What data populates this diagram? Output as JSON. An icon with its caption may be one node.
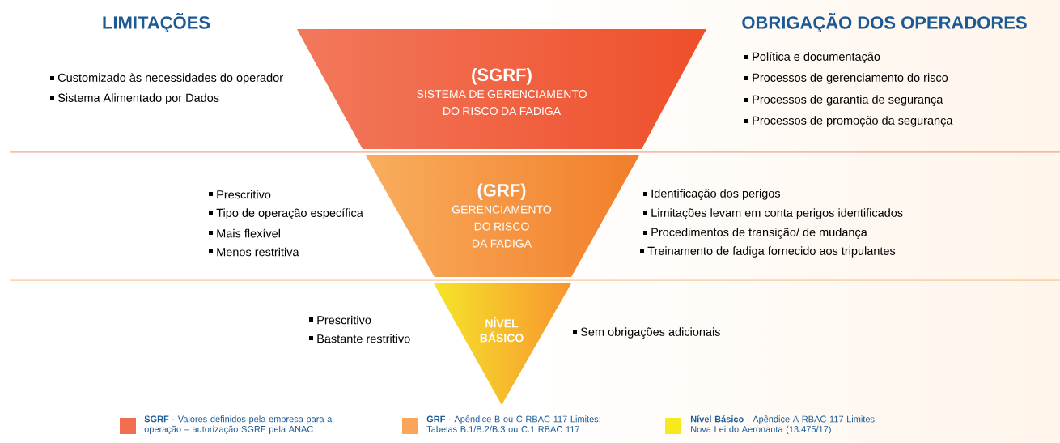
{
  "diagram": {
    "nodes": [
      {
        "text": [
          "(SGRF)",
          "SISTEMA DE GERENCIAMENTO DO RISCO DA FADIGA"
        ]
      },
      {
        "text": [
          "(GRF)",
          "GERENCIAMENTO DO RISCO DA FADIGA"
        ]
      },
      {
        "text": [
          "NÍVEL BÁSICO"
        ]
      }
    ],
    "edges": [],
    "labels": [
      "LIMITAÇÕES",
      "OBRIGAÇÃO DOS OPERADORES",
      "Política e documentação",
      "Customizado às necessidades do operador",
      "Processos de gerenciamento do risco",
      "Sistema Alimentado por Dados",
      "Processos de garantia de segurança",
      "Processos de promoção da segurança",
      "Prescritivo",
      "Identificação dos perigos",
      "Tipo de operação específica",
      "Limitações levam em conta perigos identificados",
      "Mais flexível",
      "Procedimentos de transição/ de mudança",
      "Menos restritiva",
      "Treinamento de fadiga fornecido aos tripulantes",
      "Prescritivo",
      "Bastante restritivo",
      "Sem obrigações adicionais"
    ],
    "legend": [
      {
        "text": "**SGRF** - Valores definidos pela empresa para a operação – autorização SGRF pela ANAC",
        "color": "#f26d4f"
      },
      {
        "text": "**GRF** - Apêndice B ou C RBAC 117 Limites: Tabelas B.1/B.2/B.3 ou C.1 RBAC 117",
        "color": "#f9a65a"
      },
      {
        "text": "**Nível Básico** - Apêndice A RBAC 117 Limites: Nova Lei do Aeronauta (13.475/17)",
        "color": "#f7e81f"
      }
    ]
  }
}
